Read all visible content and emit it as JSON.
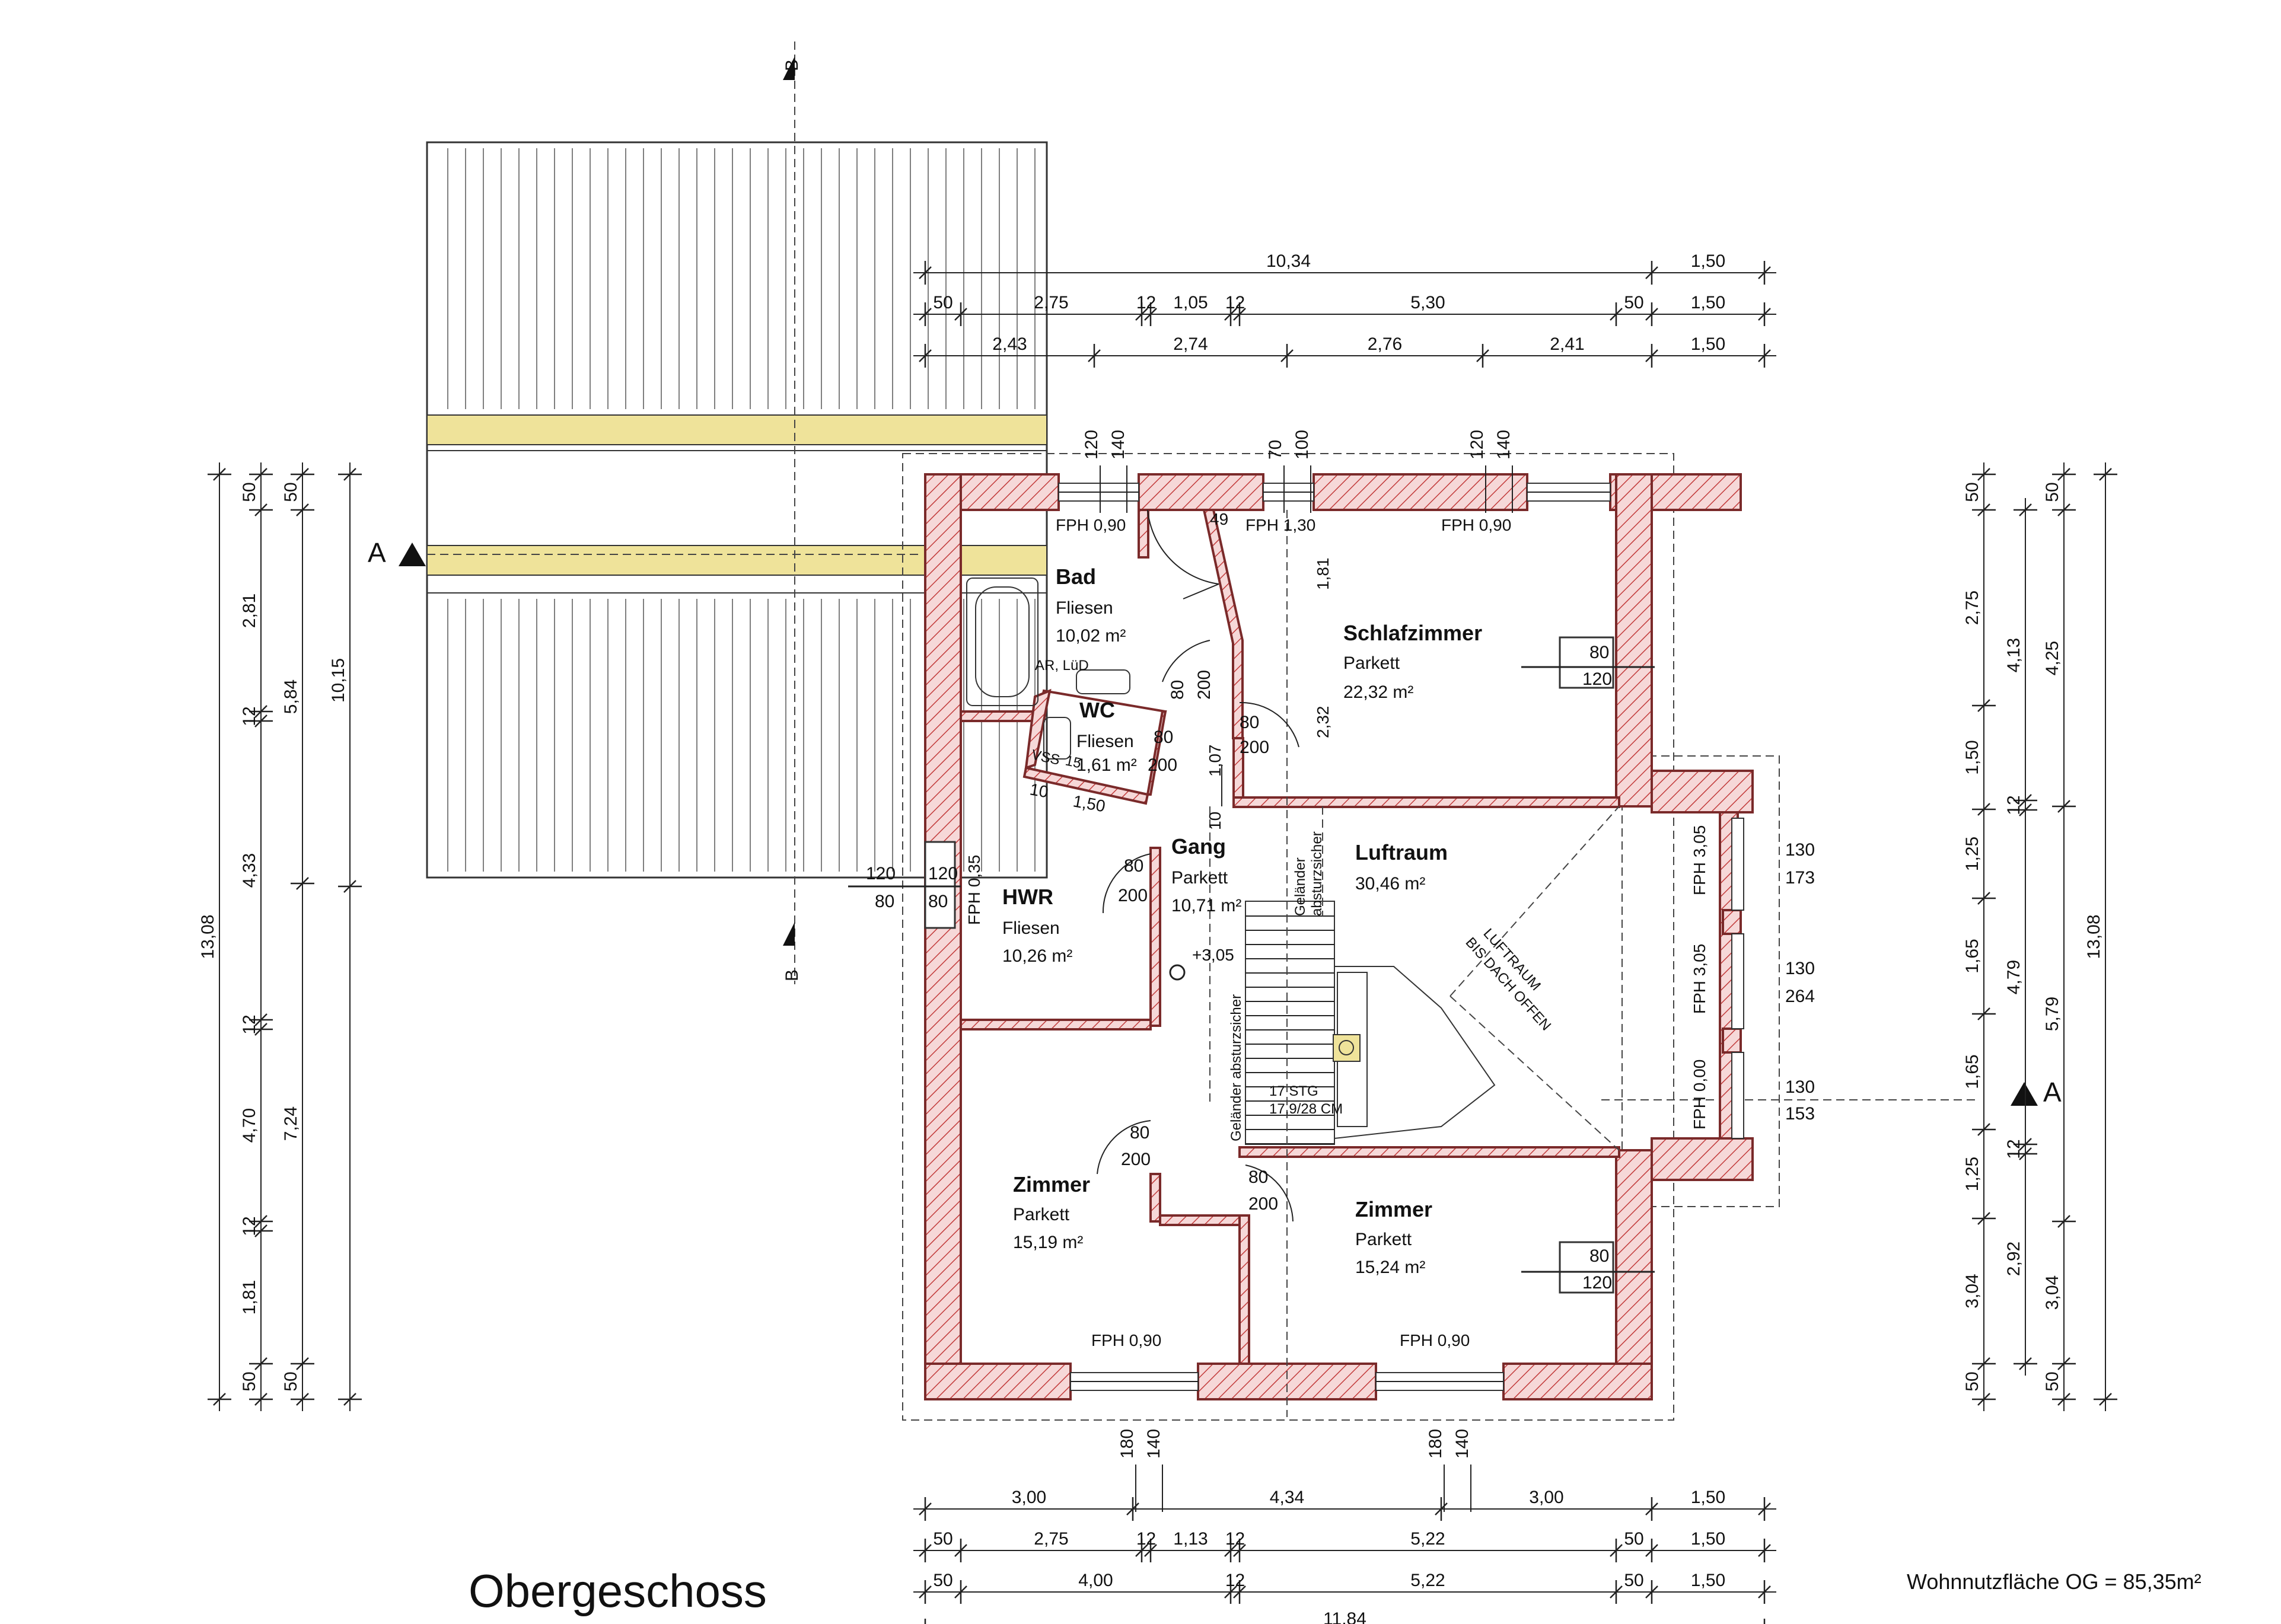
{
  "title": "Obergeschoss",
  "area_summary": "Wohnnutzfläche OG = 85,35m²",
  "section_marks": {
    "a_left": "A",
    "a_right": "A",
    "b_top": "B",
    "b_bottom": "B"
  },
  "rooms": [
    {
      "name": "Bad",
      "floor": "Fliesen",
      "area": "10,02 m²"
    },
    {
      "name": "WC",
      "floor": "Fliesen",
      "area": "1,61 m²"
    },
    {
      "name": "Schlafzimmer",
      "floor": "Parkett",
      "area": "22,32 m²"
    },
    {
      "name": "Gang",
      "floor": "Parkett",
      "area": "10,71 m²"
    },
    {
      "name": "Luftraum",
      "floor": "",
      "area": "30,46 m²"
    },
    {
      "name": "HWR",
      "floor": "Fliesen",
      "area": "10,26 m²"
    },
    {
      "name": "Zimmer",
      "floor": "Parkett",
      "area": "15,19 m²"
    },
    {
      "name": "Zimmer",
      "floor": "Parkett",
      "area": "15,24 m²"
    }
  ],
  "fph_labels": [
    "FPH 0,90",
    "FPH 1,30",
    "FPH 0,90",
    "FPH 0,90",
    "FPH 0,90",
    "FPH 3,05",
    "FPH 3,05",
    "FPH 0,00",
    "FPH 0,35"
  ],
  "annotations": {
    "ar_lud": "AR, LüD",
    "vss": "VSS",
    "level": "+3,05",
    "stairs_count": "17 STG",
    "stairs_size": "17,9/28 CM",
    "gelaender1": "Geländer",
    "gelaender1b": "absturzsicher",
    "gelaender2": "Geländer absturzsicher",
    "luftraum_note1": "LUFTRAUM",
    "luftraum_note2": "BIS DACH OFFEN"
  },
  "door_labels": {
    "d80": "80",
    "d200": "200",
    "d120": "120",
    "d130": "130",
    "d173": "173",
    "d264": "264",
    "d153": "153",
    "d140": "140",
    "d180": "180",
    "d70": "70",
    "d100": "100",
    "d49": "49",
    "d15": "15",
    "d10": "10",
    "d1_50": "1,50",
    "d1_07": "1,07",
    "d2_32": "2,32",
    "d1_81": "1,81",
    "d10b": "10"
  },
  "dims_top": {
    "row1": [
      "10,34",
      "1,50"
    ],
    "row2": [
      "50",
      "2,75",
      "12",
      "1,05",
      "12",
      "5,30",
      "50",
      "1,50"
    ],
    "row3": [
      "2,43",
      "2,74",
      "2,76",
      "2,41",
      "1,50"
    ]
  },
  "dims_bottom": {
    "row1": [
      "3,00",
      "4,34",
      "3,00",
      "1,50"
    ],
    "row2": [
      "50",
      "2,75",
      "12",
      "1,13",
      "12",
      "5,22",
      "50",
      "1,50"
    ],
    "row3": [
      "50",
      "4,00",
      "12",
      "5,22",
      "50",
      "1,50"
    ],
    "row4": [
      "11,84"
    ]
  },
  "dims_left": {
    "total": "13,08",
    "mid": "10,15",
    "a": [
      "50",
      "2,81",
      "12",
      "4,33",
      "12",
      "4,70",
      "12",
      "1,81",
      "50"
    ],
    "b": [
      "50",
      "5,84",
      "7,24",
      "50"
    ]
  },
  "dims_right": {
    "total": "13,08",
    "a": [
      "50",
      "2,75",
      "1,50",
      "1,25",
      "1,65",
      "1,65",
      "1,25",
      "3,04",
      "50"
    ],
    "b": [
      "4,13",
      "12",
      "4,79",
      "12",
      "2,92"
    ],
    "c": [
      "50",
      "4,25",
      "5,79",
      "3,04",
      "50"
    ]
  },
  "window_dims": {
    "top": [
      "120",
      "140",
      "70",
      "100",
      "120",
      "140"
    ],
    "bottom": [
      "180",
      "140",
      "180",
      "140"
    ]
  }
}
